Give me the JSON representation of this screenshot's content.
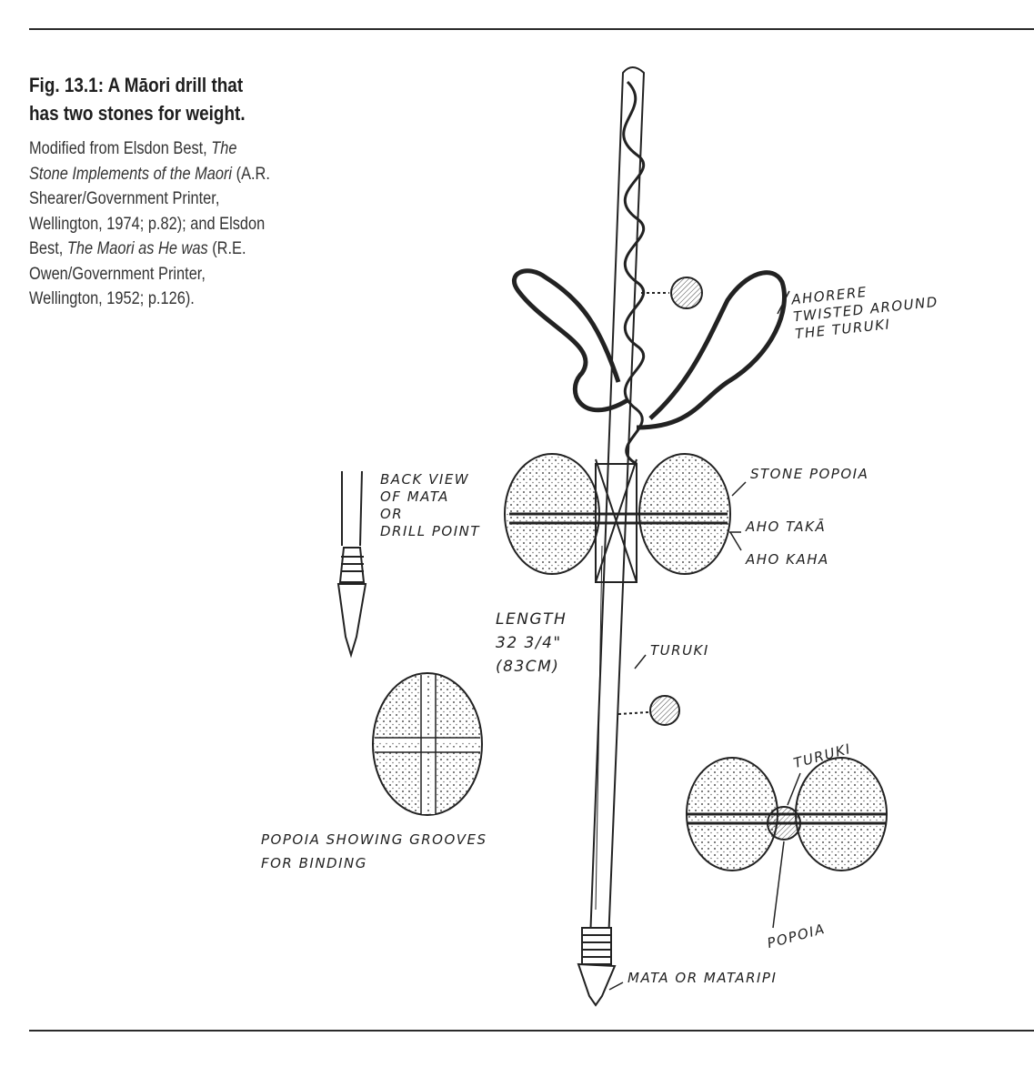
{
  "caption": {
    "title_line1": "Fig. 13.1: A Māori drill that",
    "title_line2": "has two stones for weight.",
    "source_1": "Modified from Elsdon Best, ",
    "source_1_italic": "The Stone Implements of the Maori",
    "source_2": " (A.R. Shearer/Government Printer, Wellington, 1974; p.82); and Elsdon Best, ",
    "source_2_italic": "The Maori as He was",
    "source_3": " (R.E. Owen/Government Printer, Wellington, 1952; p.126)."
  },
  "labels": {
    "ahorere": [
      "AHORERE",
      "TWISTED AROUND",
      "THE TURUKI"
    ],
    "stone_popoia": "STONE POPOIA",
    "aho_taka": "AHO TAKĀ",
    "aho_kaha": "AHO KAHA",
    "back_view": [
      "BACK VIEW",
      "OF MATA",
      "OR",
      "DRILL POINT"
    ],
    "length": [
      "LENGTH",
      "32 3/4\"",
      "(83CM)"
    ],
    "turuki_main": "TURUKI",
    "turuki_detail": "TURUKI",
    "popoia_grooves": [
      "POPOIA SHOWING GROOVES",
      "FOR BINDING"
    ],
    "popoia_detail": "POPOIA",
    "mata": "MATA OR MATARIPI"
  },
  "colors": {
    "ink": "#222222",
    "stone": "#6a6a6a",
    "paper": "#ffffff"
  }
}
